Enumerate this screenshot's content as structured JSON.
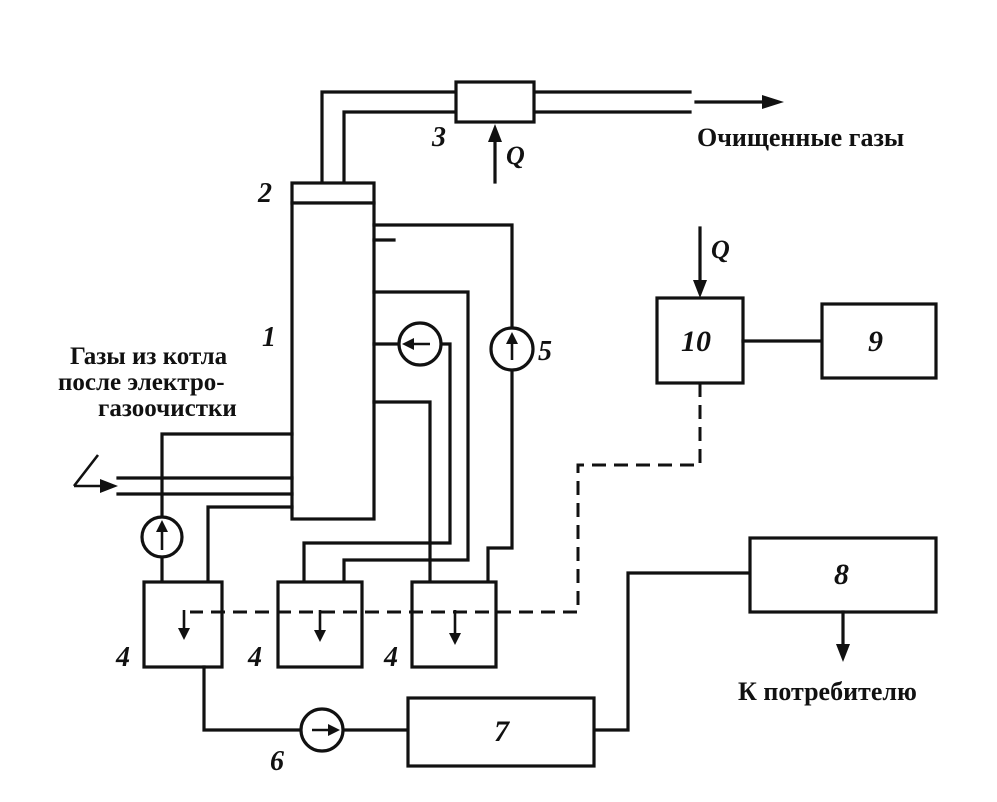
{
  "captions": {
    "clean_gases": "Очищенные газы",
    "inlet_line1": "Газы из котла",
    "inlet_line2": "после электро-",
    "inlet_line3": "газоочистки",
    "to_consumer": "К потребителю"
  },
  "heat": {
    "q_top": "Q",
    "q_right": "Q"
  },
  "labels": {
    "n1": "1",
    "n2": "2",
    "n3": "3",
    "n4a": "4",
    "n4b": "4",
    "n4c": "4",
    "n5": "5",
    "n6": "6"
  },
  "blocks": {
    "b7": "7",
    "b8": "8",
    "b9": "9",
    "b10": "10"
  }
}
